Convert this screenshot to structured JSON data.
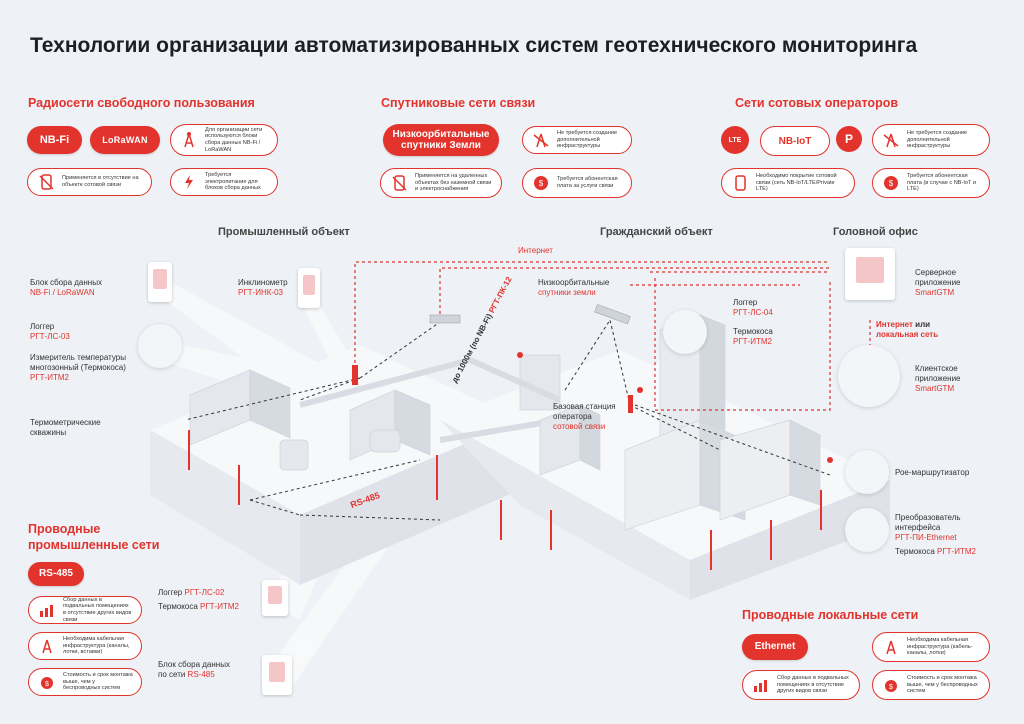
{
  "title": "Технологии организации автоматизированных систем геотехнического мониторинга",
  "sections": {
    "radio": {
      "title": "Радиосети свободного пользования",
      "nbfi": "NB-Fi",
      "lorawan": "LoRaWAN",
      "note1": "Для организации сети используются блоки сбора данных NB-Fi / LoRaWAN",
      "note2": "Применяется в отсутствие на объекте сотовой связи",
      "note3": "Требуется электропитание для блоков сбора данных"
    },
    "satellite": {
      "title": "Спутниковые сети связи",
      "leo": "Низкоорбитальные спутники Земли",
      "note1": "Не требуется создание дополнительной инфраструктуры",
      "note2": "Применяется на удаленных объектах без наземной связи и электроснабжения",
      "note3": "Требуется абонентская плата за услуги связи"
    },
    "cellular": {
      "title": "Сети сотовых операторов",
      "lte": "LTE",
      "nbiot": "NB-IoT",
      "note1": "Не требуется создание дополнительной инфраструктуры",
      "note2": "Необходимо покрытие сотовой связи (сеть NB-IoT/LTE/Private LTE)",
      "note3": "Требуется абонентская плата (в случае с NB-IoT и LTE)"
    },
    "wired_industrial": {
      "title_line1": "Проводные",
      "title_line2": "промышленные сети",
      "rs485": "RS-485",
      "note1": "Сбор данных в подвальных помещениях в отсутствие других видов связи",
      "note2": "Необходима кабельная инфраструктура (каналы, лотки, вставки)",
      "note3": "Стоимость и срок монтажа выше, чем у беспроводных систем"
    },
    "wired_local": {
      "title": "Проводные локальные сети",
      "ethernet": "Ethernet",
      "note1": "Необходима кабельная инфраструктура (кабель-каналы, лотки)",
      "note2": "Сбор данных в подвальных помещениях в отсутствие других видов связи",
      "note3": "Стоимость и срок монтажа выше, чем у беспроводных систем"
    }
  },
  "areas": {
    "industrial": "Промышленный объект",
    "civil": "Гражданский объект",
    "office": "Головной офис"
  },
  "labels": {
    "nbfi_unit_1": "Блок сбора данных",
    "nbfi_unit_2": "NB-Fi / LoRaWAN",
    "logger1_1": "Логгер",
    "logger1_2": "РГТ-ЛС-03",
    "thermo_1": "Измеритель температуры",
    "thermo_2": "многозонный (Термокоса)",
    "thermo_3": "РГТ-ИТМ2",
    "wells_1": "Термометрические",
    "wells_2": "скважины",
    "inclinometer_1": "Инклинометр",
    "inclinometer_2": "РГТ-ИНК-03",
    "internet": "Интернет",
    "leo_1": "Низкоорбитальные",
    "leo_2": "спутники земли",
    "logger2_1": "Логгер",
    "logger2_2": "РГТ-ЛС-04",
    "thermo2_1": "Термокоса",
    "thermo2_2": "РГТ-ИТМ2",
    "base_1": "Базовая станция",
    "base_2": "оператора",
    "base_3": "сотовой связи",
    "range_1": "до 1000м",
    "range_2": "(по NB-Fi)",
    "range_3": "РГТ-ПК-12",
    "rs485_line": "RS-485",
    "server_1": "Серверное",
    "server_2": "приложение",
    "server_3": "SmartGTM",
    "inet_local_1": "Интернет",
    "inet_local_or": " или",
    "inet_local_2": "локальная сеть",
    "client_1": "Клиентское",
    "client_2": "приложение",
    "client_3": "SmartGTM",
    "router": "Роe-маршрутизатор",
    "converter_1": "Преобразователь",
    "converter_2": "интерфейса",
    "converter_3": "РГТ-ПИ-Ethernet",
    "thermo3_1": "Термокоса ",
    "thermo3_2": "РГТ-ИТМ2",
    "logger3_1": "Логгер ",
    "logger3_2": "РГТ-ЛС-02",
    "thermo4_1": "Термокоса ",
    "thermo4_2": "РГТ-ИТМ2",
    "unit485_1": "Блок сбора данных",
    "unit485_2": "по сети ",
    "unit485_3": "RS-485"
  },
  "colors": {
    "accent": "#e2332c",
    "background": "#eef1f6"
  }
}
